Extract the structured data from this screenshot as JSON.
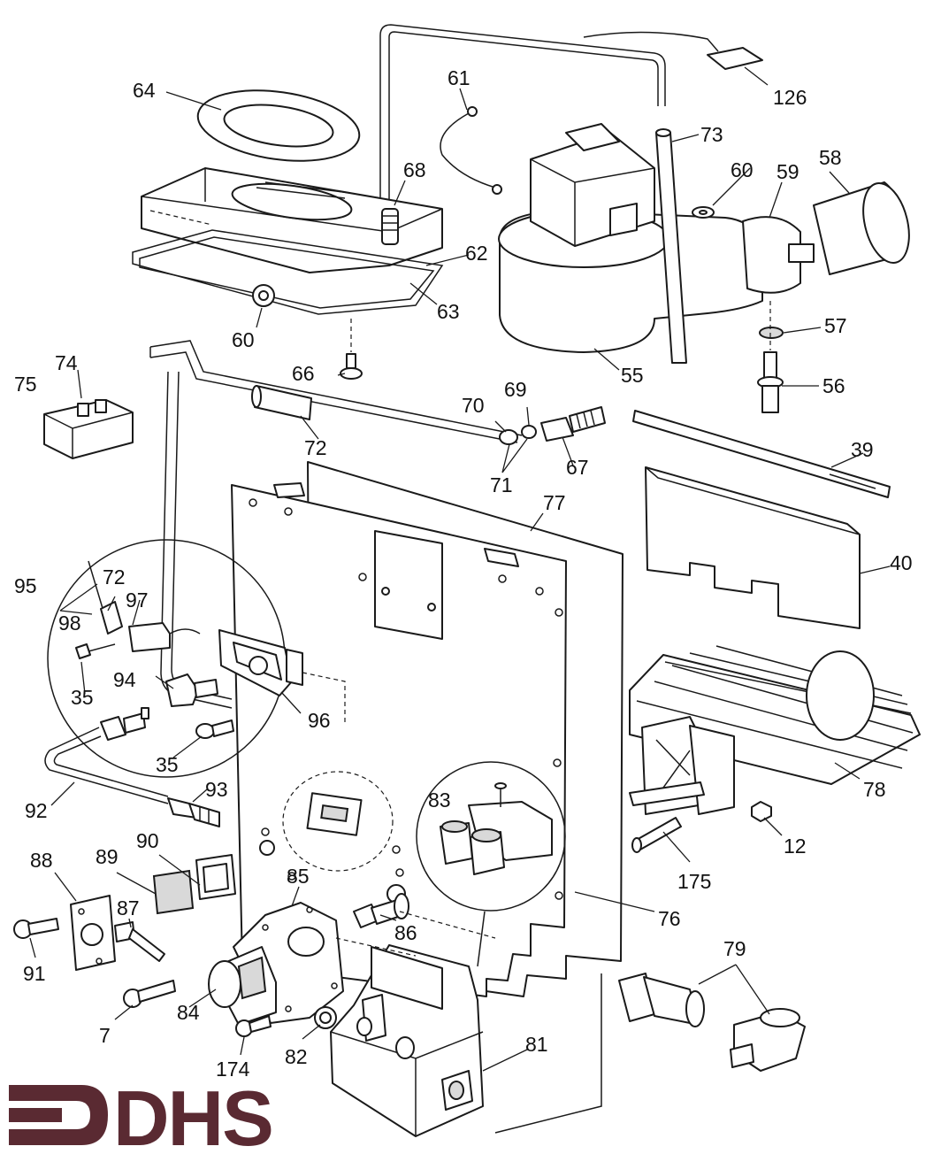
{
  "brand": {
    "logo_text": "DHS",
    "logo_color": "#5a2a32"
  },
  "labels": {
    "l126": "126",
    "l64": "64",
    "l61": "61",
    "l73": "73",
    "l58": "58",
    "l60a": "60",
    "l59": "59",
    "l68": "68",
    "l62": "62",
    "l63": "63",
    "l60b": "60",
    "l66": "66",
    "l57": "57",
    "l55": "55",
    "l56": "56",
    "l75": "75",
    "l74": "74",
    "l70": "70",
    "l69": "69",
    "l72a": "72",
    "l71": "71",
    "l67": "67",
    "l39": "39",
    "l77": "77",
    "l40": "40",
    "l95": "95",
    "l72b": "72",
    "l98": "98",
    "l97": "97",
    "l35a": "35",
    "l94": "94",
    "l96": "96",
    "l35b": "35",
    "l78": "78",
    "l92": "92",
    "l93": "93",
    "l83": "83",
    "l12": "12",
    "l88": "88",
    "l89": "89",
    "l90": "90",
    "l175": "175",
    "l85": "85",
    "l87": "87",
    "l86": "86",
    "l76": "76",
    "l91": "91",
    "l79": "79",
    "l7": "7",
    "l84": "84",
    "l82": "82",
    "l81": "81",
    "l174": "174"
  }
}
